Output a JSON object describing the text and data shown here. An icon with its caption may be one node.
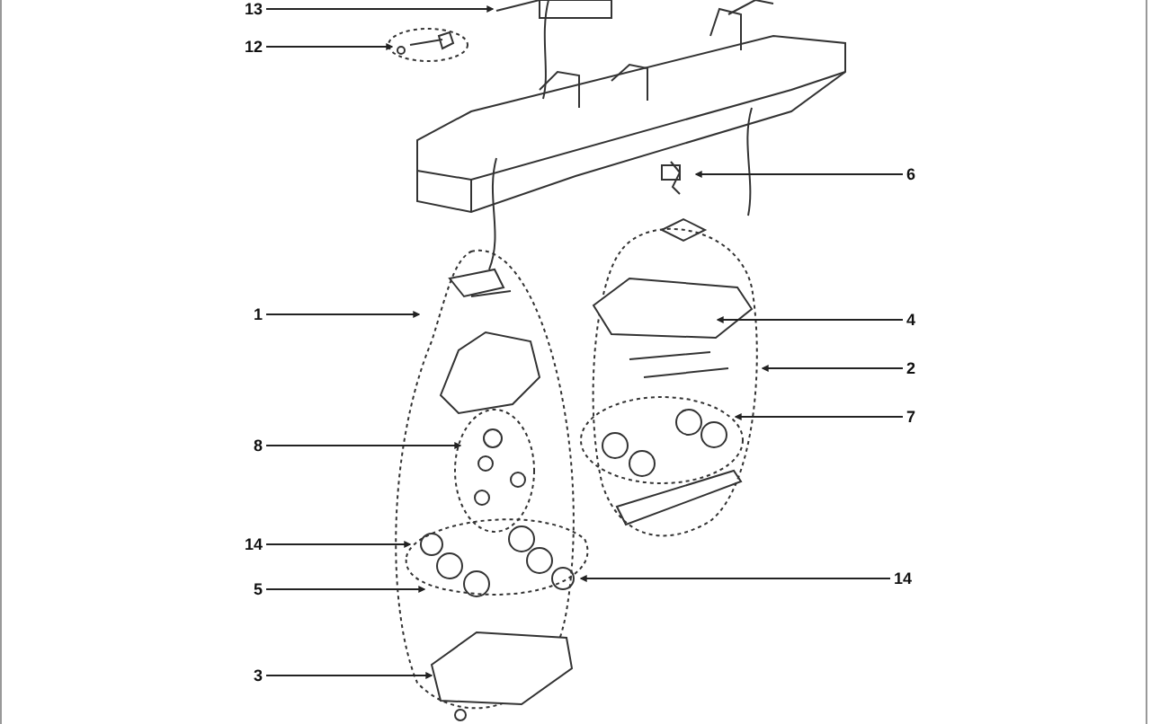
{
  "diagram": {
    "nodes": [
      {
        "text": [
          "13"
        ]
      },
      {
        "text": [
          "12"
        ]
      },
      {
        "text": [
          "6"
        ]
      },
      {
        "text": [
          "1"
        ]
      },
      {
        "text": [
          "4"
        ]
      },
      {
        "text": [
          "2"
        ]
      },
      {
        "text": [
          "7"
        ]
      },
      {
        "text": [
          "8"
        ]
      },
      {
        "text": [
          "14"
        ]
      },
      {
        "text": [
          "5"
        ]
      },
      {
        "text": [
          "14"
        ]
      },
      {
        "text": [
          "3"
        ]
      }
    ],
    "edges": [
      {
        "from": 0,
        "to": null,
        "arrow": "to"
      },
      {
        "from": 1,
        "to": null,
        "arrow": "to"
      },
      {
        "from": 2,
        "to": null,
        "arrow": "to"
      },
      {
        "from": 3,
        "to": null,
        "arrow": "to"
      },
      {
        "from": 4,
        "to": null,
        "arrow": "to"
      },
      {
        "from": 5,
        "to": null,
        "arrow": "to"
      },
      {
        "from": 6,
        "to": null,
        "arrow": "to"
      },
      {
        "from": 7,
        "to": null,
        "arrow": "to"
      },
      {
        "from": 8,
        "to": null,
        "arrow": "to"
      },
      {
        "from": 9,
        "to": null,
        "arrow": "to"
      },
      {
        "from": 10,
        "to": null,
        "arrow": "to"
      },
      {
        "from": 11,
        "to": null,
        "arrow": "to"
      }
    ]
  }
}
